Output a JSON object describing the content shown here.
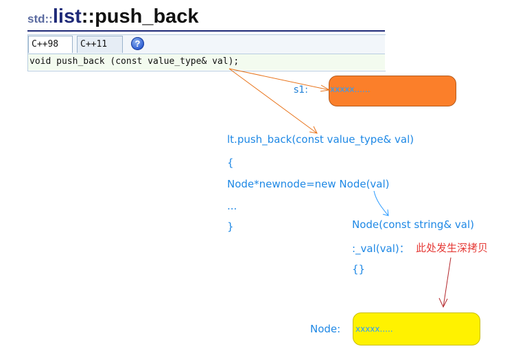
{
  "header": {
    "namespace": "std",
    "sep1": "::",
    "class_name": "list",
    "sep2": "::",
    "function_name": "push_back"
  },
  "tabs": [
    {
      "label": "C++98",
      "selected": true
    },
    {
      "label": "C++11",
      "selected": false
    }
  ],
  "help_icon": {
    "icon": "question-circle-icon",
    "glyph": "?"
  },
  "signature": "void push_back (const value_type& val);",
  "annotations": {
    "s1": {
      "label": "s1:",
      "content": "xxxxx......",
      "color": "#fb7f2a"
    },
    "push_back_code": [
      "lt.push_back(const value_type& val)",
      "{",
      "Node*newnode=new Node(val)",
      "...",
      "}"
    ],
    "node_ctor": [
      "Node(const string& val)",
      ":_val(val)：",
      "{}"
    ],
    "deep_copy_note": "此处发生深拷贝",
    "node": {
      "label": "Node:",
      "content": "xxxxx.....",
      "color": "#fff200"
    }
  },
  "colors": {
    "code_text": "#1e88e5",
    "note_red": "#e53935",
    "arrow_orange": "#e8731a",
    "arrow_blue": "#2b9bff",
    "arrow_red": "#b3262b"
  }
}
